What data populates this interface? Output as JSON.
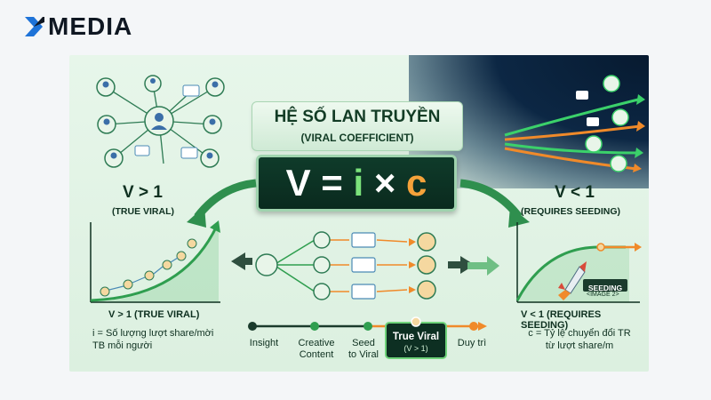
{
  "brand": {
    "logo_text": "MEDIA",
    "accent": "#1e73d8"
  },
  "title": {
    "main": "HỆ SỐ LAN TRUYỀN",
    "sub": "(VIRAL COEFFICIENT)"
  },
  "formula": {
    "v": "V",
    "eq": "=",
    "i": "i",
    "times": "×",
    "c": "c"
  },
  "left": {
    "heading": "V > 1",
    "subheading": "(TRUE VIRAL)",
    "caption": "V > 1 (TRUE VIRAL)",
    "desc_line1": "i = Số lượng lượt share/mời",
    "desc_line2": "TB  mỗi người"
  },
  "right": {
    "heading": "V < 1",
    "subheading": "(REQUIRES SEEDING)",
    "caption": "V < 1 (REQUIRES SEEDING)",
    "seeding_label": "SEEDING",
    "image_label": "<IMAGE 2>",
    "desc_line1": "c = Tỷ lệ chuyển đổi TR",
    "desc_line2": "từ lượt share/m"
  },
  "timeline": {
    "steps": [
      {
        "line1": "Insight",
        "line2": ""
      },
      {
        "line1": "Creative",
        "line2": "Content"
      },
      {
        "line1": "Seed",
        "line2": "to Viral"
      },
      {
        "line1": "True Viral",
        "line2": "(V > 1)"
      },
      {
        "line1": "Duy trì",
        "line2": ""
      }
    ]
  },
  "colors": {
    "green": "#2f9e4f",
    "orange": "#f08a2a",
    "dark": "#0d2f22",
    "panel": "#e2f3e5"
  }
}
